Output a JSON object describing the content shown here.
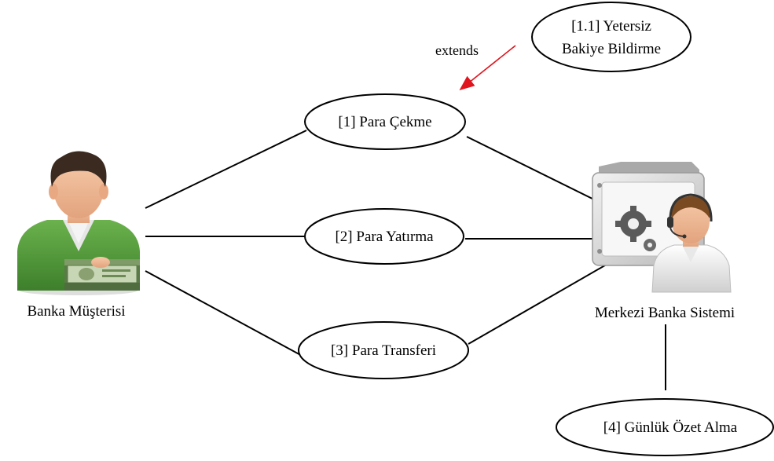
{
  "actors": {
    "customer": {
      "label": "Banka Müşterisi"
    },
    "system": {
      "label": "Merkezi Banka Sistemi"
    }
  },
  "use_cases": {
    "withdraw": {
      "label": "[1] Para Çekme"
    },
    "deposit": {
      "label": "[2] Para Yatırma"
    },
    "transfer": {
      "label": "[3] Para Transferi"
    },
    "daily_summary": {
      "label": "[4] Günlük Özet Alma"
    },
    "insufficient": {
      "line1": "[1.1] Yetersiz",
      "line2": "Bakiye Bildirme"
    }
  },
  "relations": {
    "extend_label": "extends",
    "extend_color": "#e0141e"
  },
  "colors": {
    "line": "#000000",
    "customer_shirt": "#4f9a3c",
    "customer_hair": "#3a2a20",
    "money": "#7e9b68",
    "system_box": "#d9d9d9",
    "gear": "#5a5a5a"
  }
}
